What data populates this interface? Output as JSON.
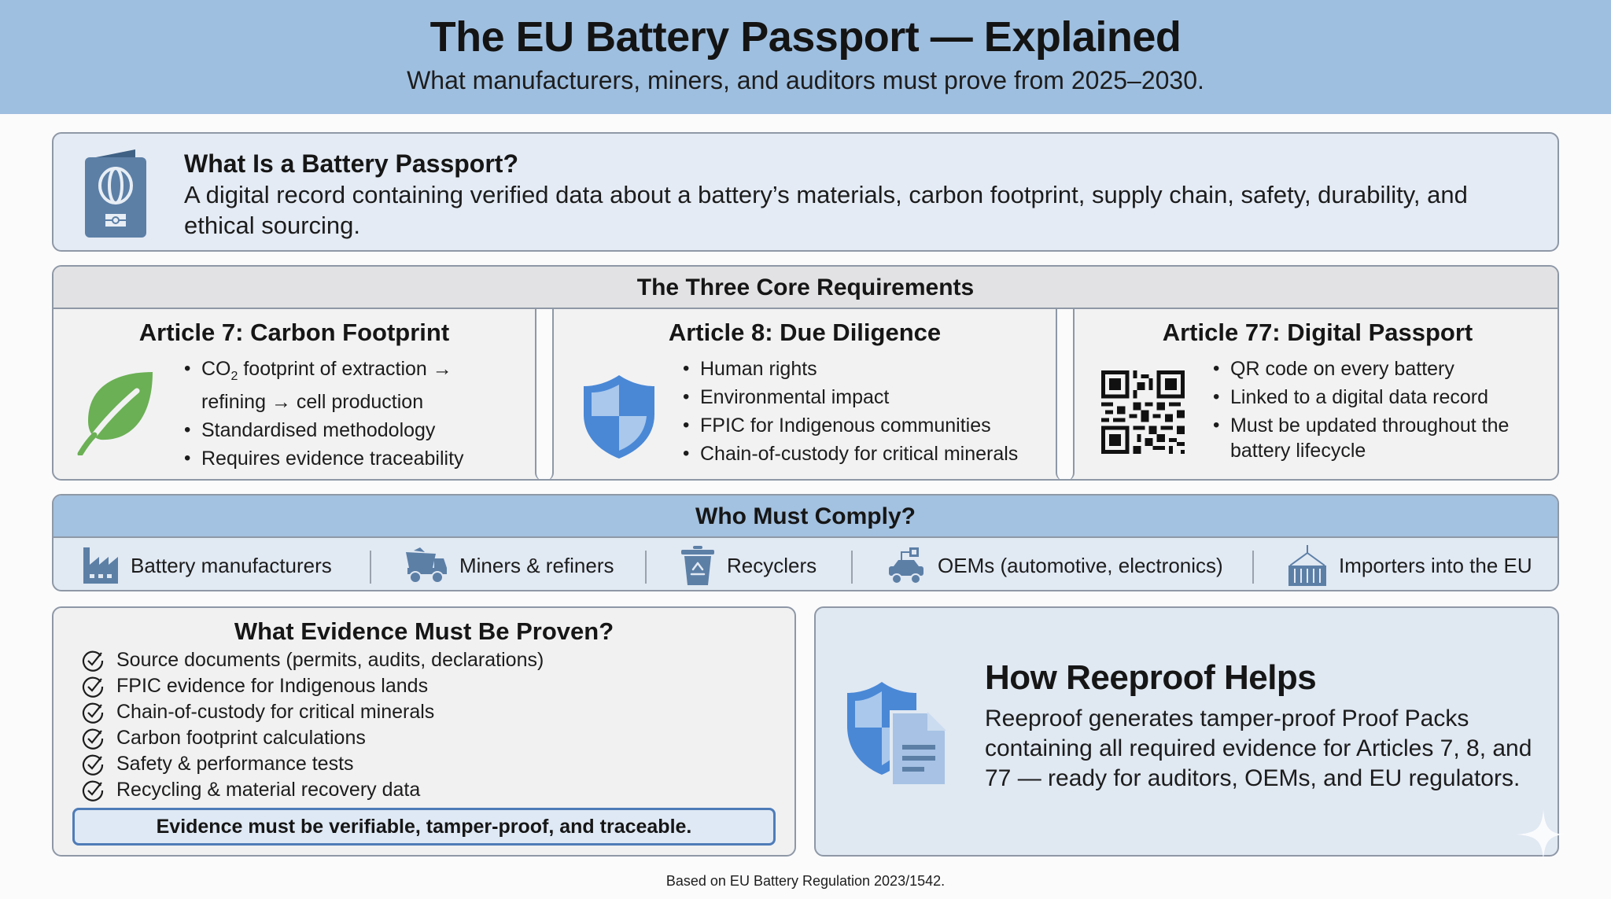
{
  "header": {
    "title": "The EU Battery Passport — Explained",
    "subtitle": "What manufacturers, miners, and auditors must prove from 2025–2030."
  },
  "what_is": {
    "icon": "passport-icon",
    "title": "What Is a Battery Passport?",
    "body": "A digital record containing verified data about a battery’s materials, carbon footprint, supply chain, safety, durability, and ethical sourcing."
  },
  "core_requirements": {
    "title": "The Three Core Requirements",
    "cards": [
      {
        "icon": "leaf-icon",
        "title": "Article 7: Carbon Footprint",
        "items": [
          "footprint of extraction → refining → cell production",
          "Standardised methodology",
          "Requires evidence traceability"
        ],
        "item0_prefix": "CO",
        "item0_sub": "2"
      },
      {
        "icon": "shield-icon",
        "title": "Article 8: Due Diligence",
        "items": [
          "Human rights",
          "Environmental impact",
          "FPIC for Indigenous communities",
          "Chain-of-custody for critical minerals"
        ]
      },
      {
        "icon": "qr-code-icon",
        "title": "Article 77: Digital Passport",
        "items": [
          "QR code on every battery",
          "Linked to a digital data record",
          "Must be updated throughout the battery lifecycle"
        ]
      }
    ]
  },
  "who_must_comply": {
    "title": "Who Must Comply?",
    "items": [
      {
        "icon": "factory-icon",
        "label": "Battery manufacturers"
      },
      {
        "icon": "mining-truck-icon",
        "label": "Miners & refiners"
      },
      {
        "icon": "recycle-bin-icon",
        "label": "Recyclers"
      },
      {
        "icon": "car-chip-icon",
        "label": "OEMs (automotive, electronics)"
      },
      {
        "icon": "shipping-container-icon",
        "label": "Importers into the EU"
      }
    ]
  },
  "evidence": {
    "title": "What Evidence Must Be Proven?",
    "items": [
      "Source documents (permits, audits, declarations)",
      "FPIC evidence for Indigenous lands",
      "Chain-of-custody for critical minerals",
      "Carbon footprint calculations",
      "Safety & performance tests",
      "Recycling & material recovery data"
    ],
    "banner": "Evidence must be verifiable, tamper-proof, and traceable."
  },
  "reeproof": {
    "icon": "shield-document-icon",
    "title": "How Reeproof Helps",
    "body": "Reeproof generates tamper-proof Proof Packs containing all required evidence for Articles 7, 8, and 77 — ready for auditors, OEMs, and EU regulators."
  },
  "footer": {
    "note": "Based on EU Battery Regulation 2023/1542."
  },
  "colors": {
    "header_bg": "#9fbfe0",
    "accent_blue": "#4a88d6",
    "icon_slate": "#5c7fa6",
    "leaf_green": "#6bb054",
    "banner_border": "#4f7cb8"
  }
}
